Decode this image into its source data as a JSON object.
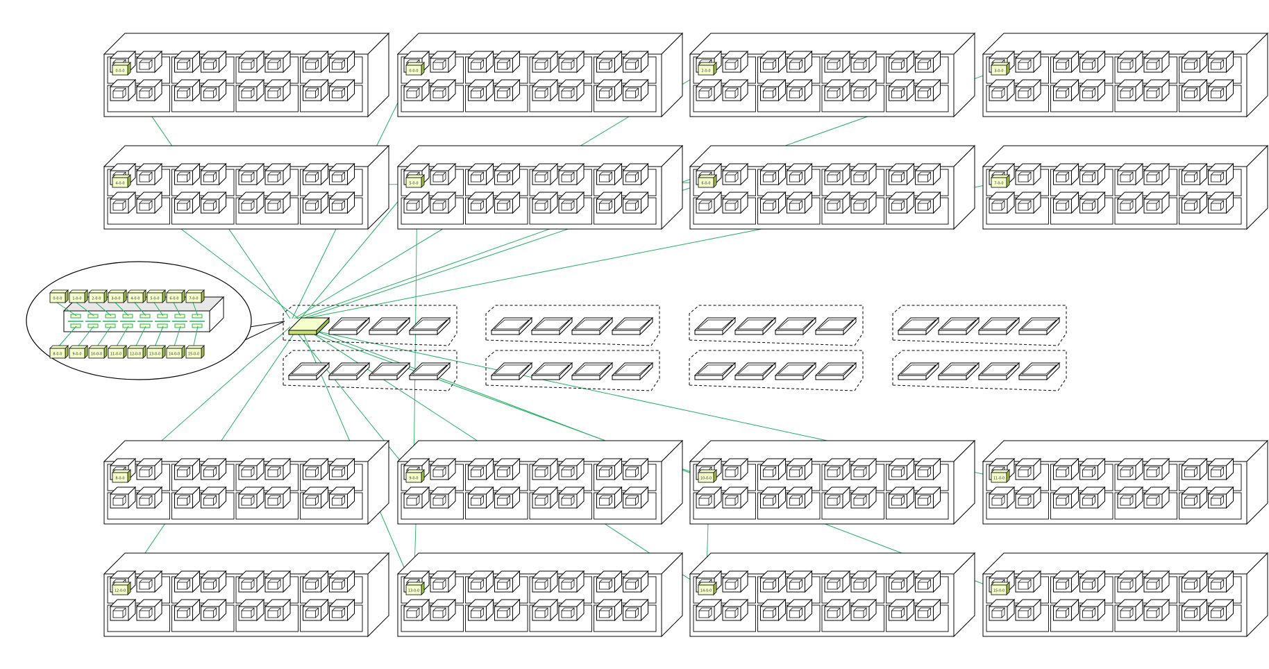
{
  "colors": {
    "line": "#000000",
    "link": "#20b060",
    "chip_fill": "#f4ffcc",
    "chip_side": "#c8df7a",
    "chip_dark": "#9fbf4a",
    "callout_fill": "#ffffff",
    "slab_top": "#e8e8e8",
    "background": "#ffffff"
  },
  "diagram": {
    "server_racks": [
      {
        "id": "rack-1",
        "chip_label": "0-0-0"
      },
      {
        "id": "rack-2",
        "chip_label": "0-0-0"
      },
      {
        "id": "rack-3",
        "chip_label": "2-0-0"
      },
      {
        "id": "rack-4",
        "chip_label": "3-0-0"
      },
      {
        "id": "rack-5",
        "chip_label": "4-0-0"
      },
      {
        "id": "rack-6",
        "chip_label": "5-0-0"
      },
      {
        "id": "rack-7",
        "chip_label": "6-0-0"
      },
      {
        "id": "rack-8",
        "chip_label": "7-0-0"
      },
      {
        "id": "rack-9",
        "chip_label": "8-0-0"
      },
      {
        "id": "rack-10",
        "chip_label": "9-0-0"
      },
      {
        "id": "rack-11",
        "chip_label": "10-0-0"
      },
      {
        "id": "rack-12",
        "chip_label": "11-0-0"
      },
      {
        "id": "rack-13",
        "chip_label": "12-0-0"
      },
      {
        "id": "rack-14",
        "chip_label": "13-0-0"
      },
      {
        "id": "rack-15",
        "chip_label": "14-0-0"
      },
      {
        "id": "rack-16",
        "chip_label": "15-0-0"
      }
    ],
    "callout": {
      "top_ports": [
        "0-0-0",
        "1-0-0",
        "2-0-0",
        "3-0-0",
        "4-0-0",
        "5-0-0",
        "6-0-0",
        "7-0-0"
      ],
      "bottom_ports": [
        "8-0-0",
        "9-0-0",
        "10-0-0",
        "11-0-0",
        "12-0-0",
        "13-0-0",
        "14-0-0",
        "15-0-0"
      ]
    },
    "switch_groups": 8,
    "switch_slabs_per_group": 4
  }
}
